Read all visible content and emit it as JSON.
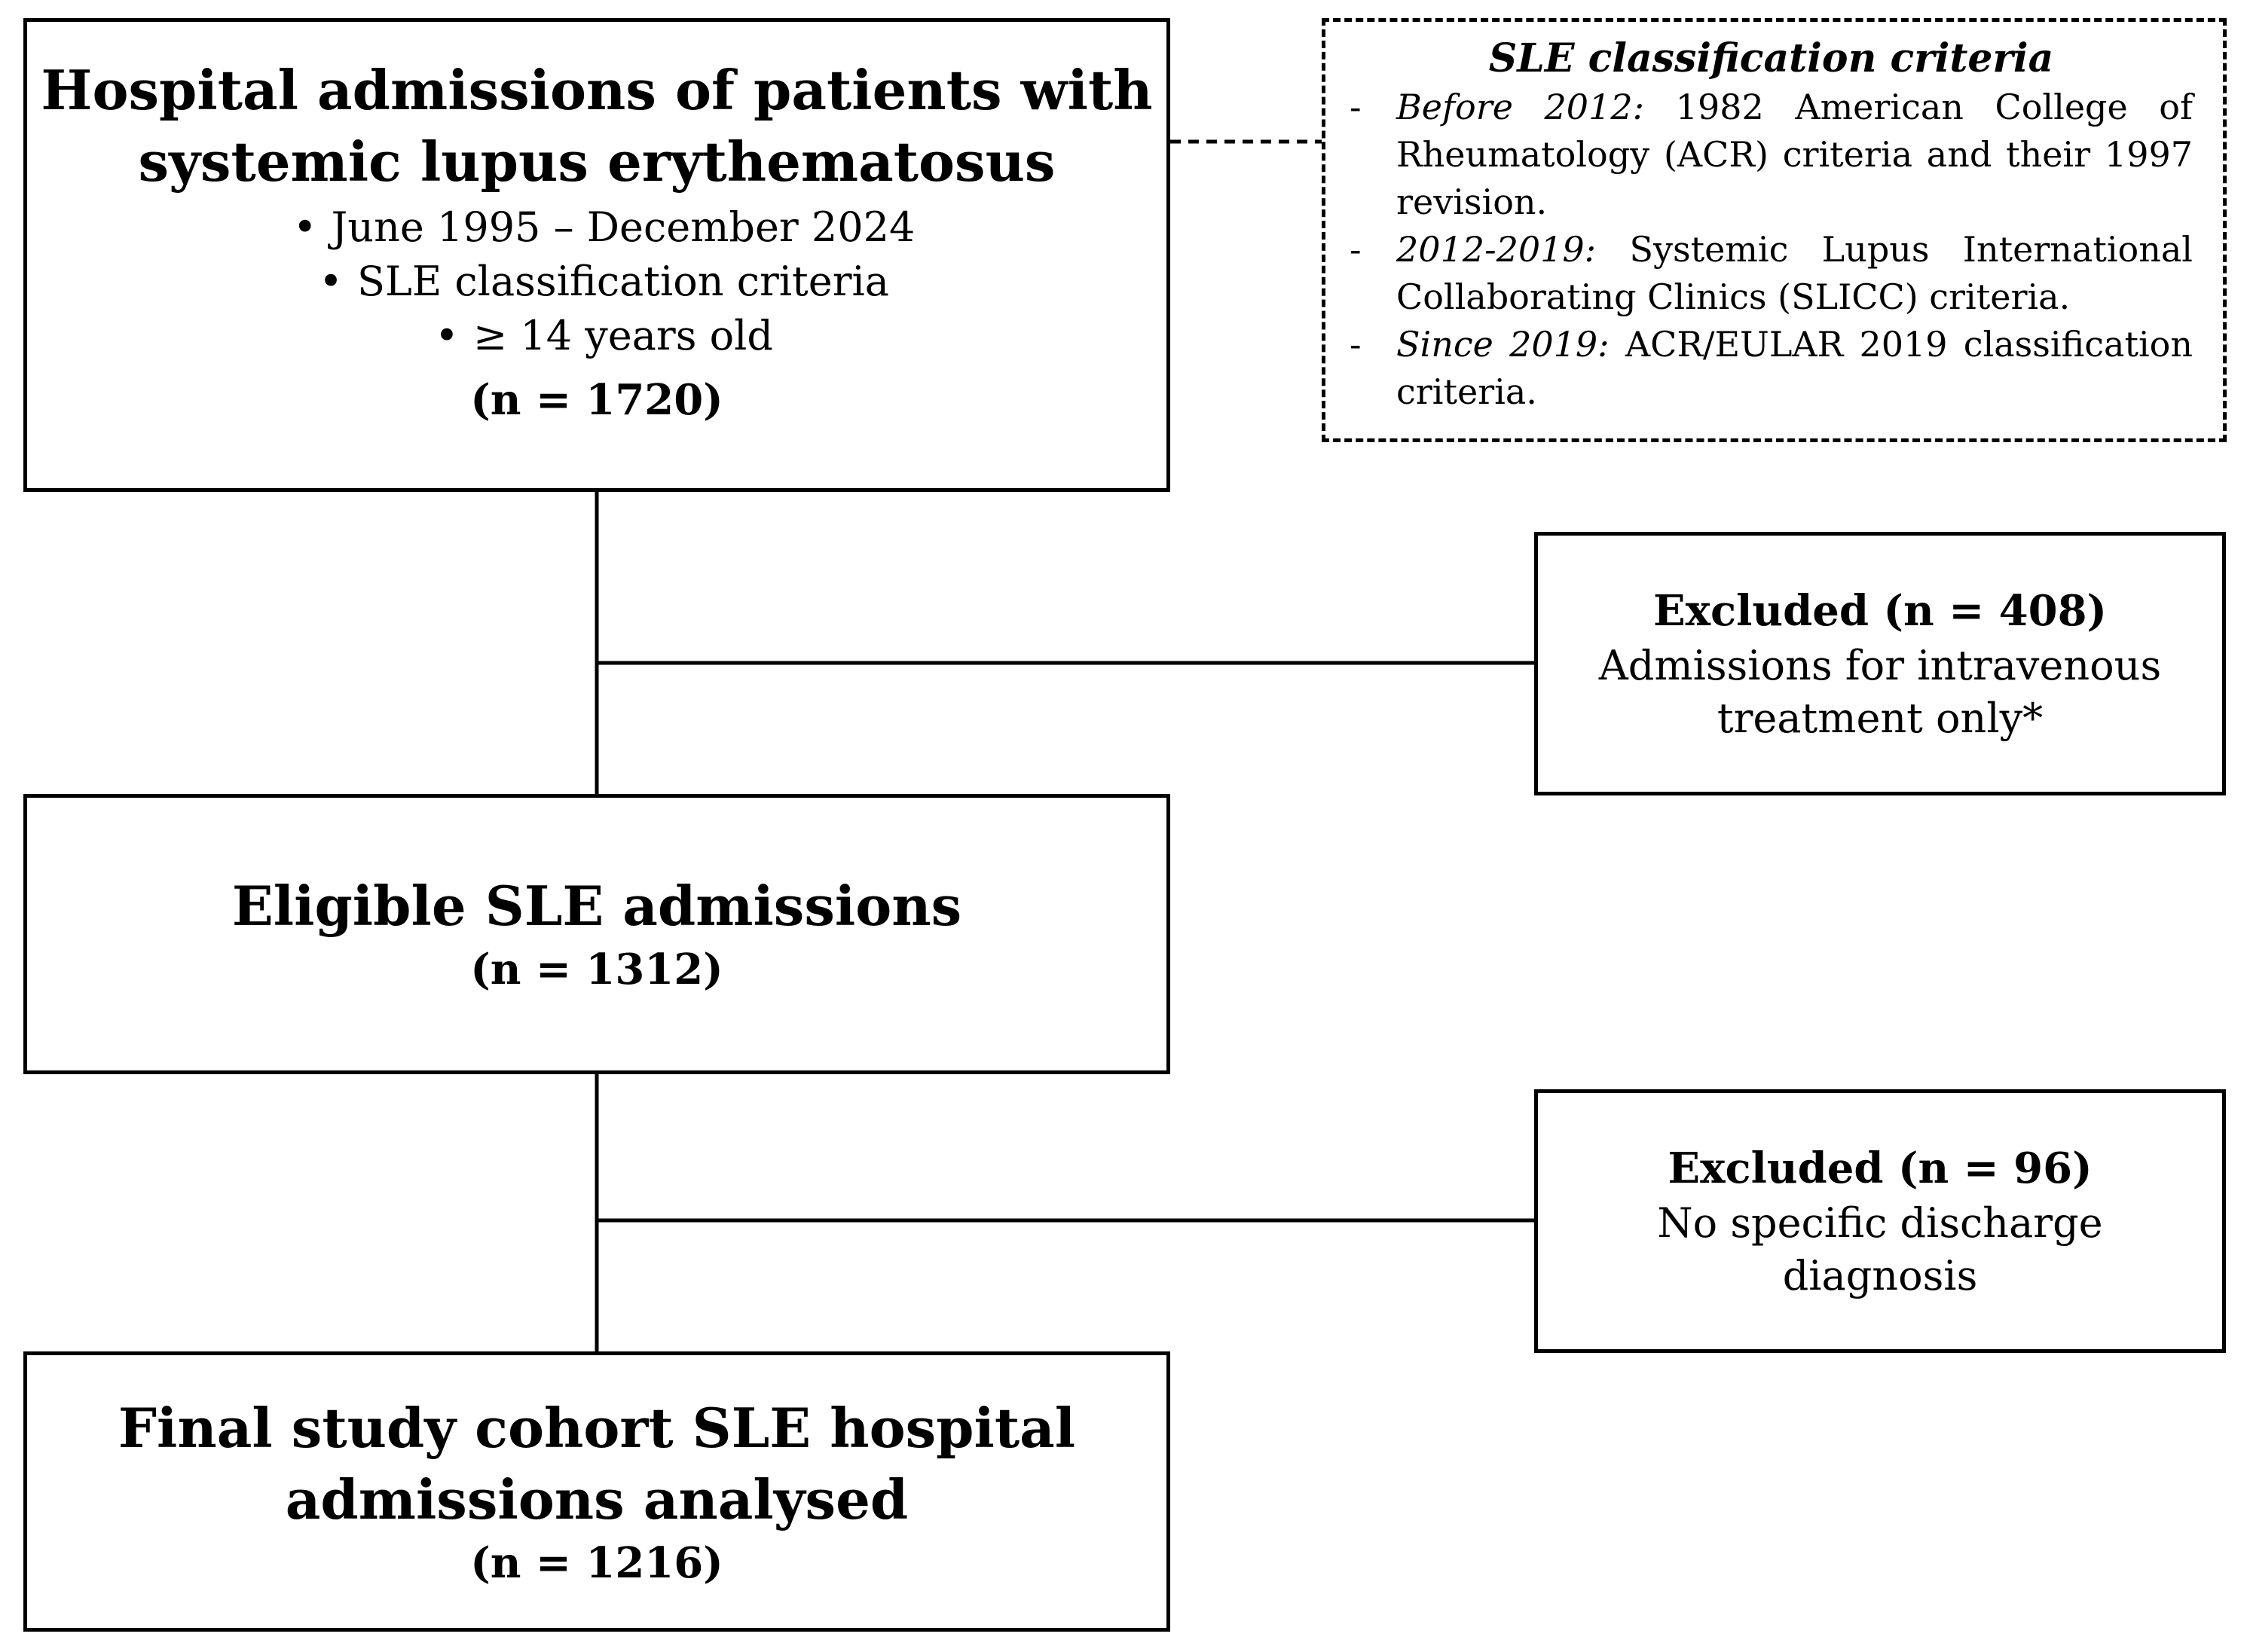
{
  "flowchart": {
    "admissions": {
      "title_lines": [
        "Hospital admissions of patients with",
        "systemic lupus erythematosus"
      ],
      "bullets": [
        "June 1995 – December 2024",
        "SLE classification criteria",
        "≥ 14 years old"
      ],
      "count": "(n = 1720)"
    },
    "criteria": {
      "title": "SLE classification criteria",
      "items": [
        {
          "period": "Before 2012:",
          "text": "1982 American College of Rheumatology (ACR) criteria and their 1997 revision."
        },
        {
          "period": "2012-2019:",
          "text": "Systemic Lupus International Collaborating Clinics (SLICC) criteria."
        },
        {
          "period": "Since 2019:",
          "text": "ACR/EULAR 2019 classification criteria."
        }
      ]
    },
    "excluded_1": {
      "title": "Excluded (n =  408)",
      "lines": [
        "Admissions for intravenous",
        "treatment only*"
      ]
    },
    "eligible": {
      "title": "Eligible SLE  admissions",
      "count": "(n = 1312)"
    },
    "excluded_2": {
      "title": "Excluded (n =  96)",
      "lines": [
        "No specific discharge",
        "diagnosis"
      ]
    },
    "final": {
      "title_lines": [
        "Final study cohort SLE hospital",
        "admissions analysed"
      ],
      "count": "(n = 1216)"
    }
  }
}
